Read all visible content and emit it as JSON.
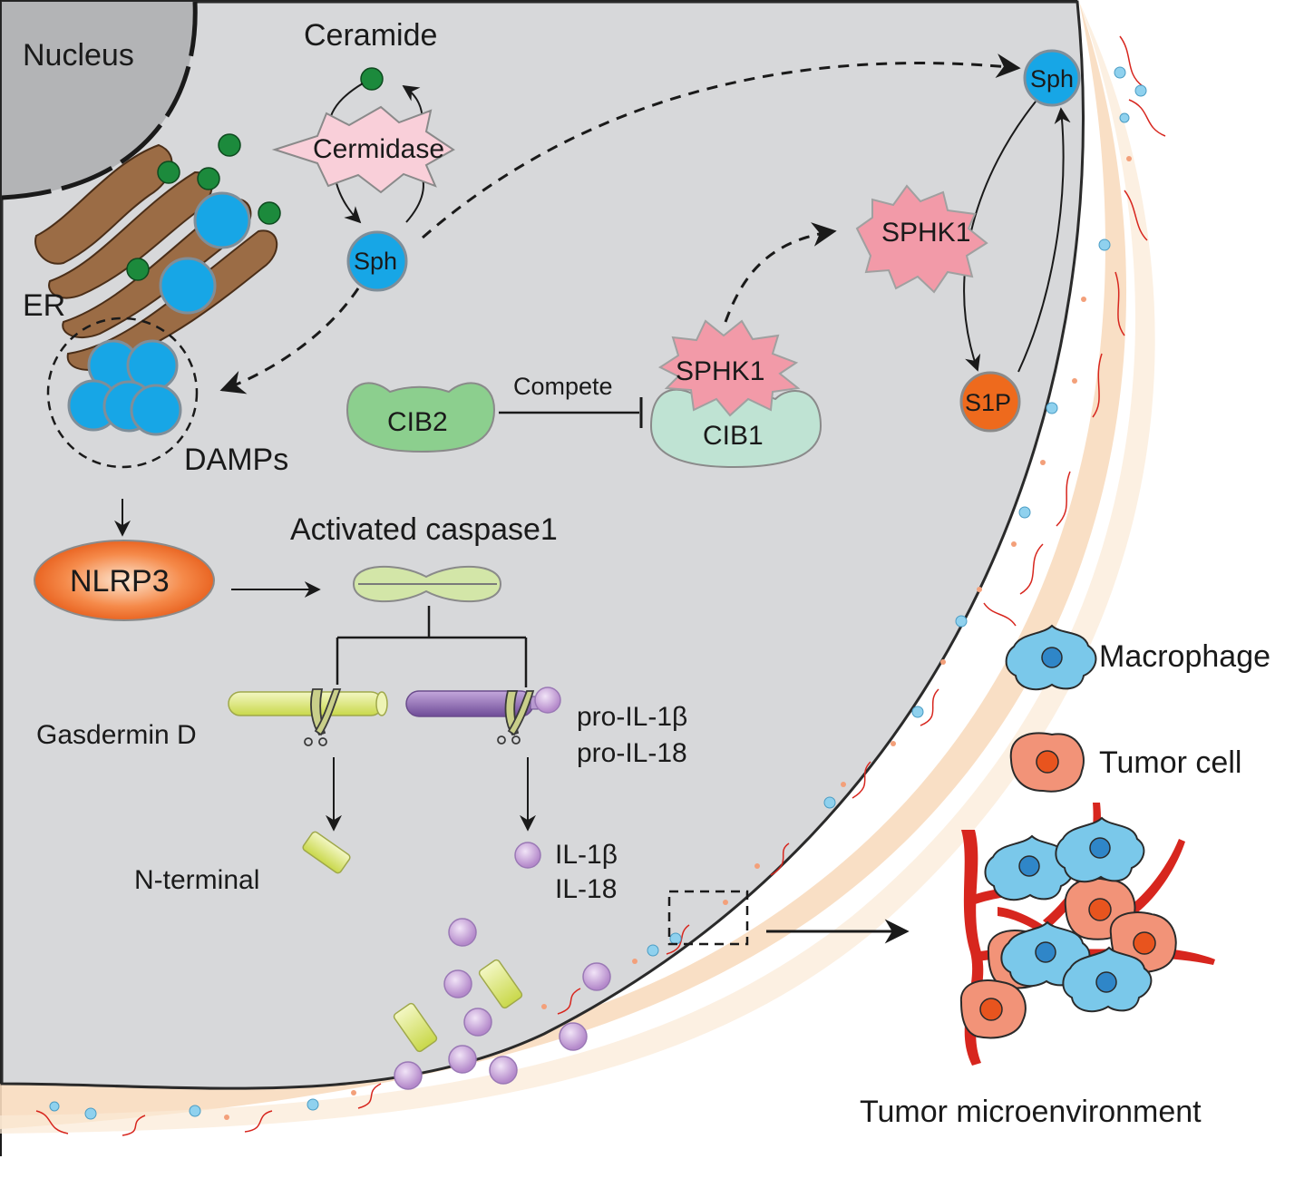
{
  "labels": {
    "nucleus": "Nucleus",
    "ceramide": "Ceramide",
    "cermidase": "Cermidase",
    "sph_left": "Sph",
    "sph_right": "Sph",
    "er": "ER",
    "damps": "DAMPs",
    "sphk1_top": "SPHK1",
    "sphk1_complex": "SPHK1",
    "cib1": "CIB1",
    "cib2": "CIB2",
    "compete": "Compete",
    "s1p": "S1P",
    "nlrp3": "NLRP3",
    "activated_caspase1": "Activated caspase1",
    "gasdermin_d": "Gasdermin D",
    "pro_il1b": "pro-IL-1β",
    "pro_il18": "pro-IL-18",
    "n_terminal": "N-terminal",
    "il1b": "IL-1β",
    "il18": "IL-18",
    "macrophage": "Macrophage",
    "tumor_cell": "Tumor cell",
    "tumor_microenvironment": "Tumor microenvironment"
  },
  "colors": {
    "cytoplasm": "#d7d8da",
    "nucleus": "#b3b4b6",
    "er": "#9b6c45",
    "sph": "#17a6e6",
    "ceramide": "#1c8a3c",
    "s1p": "#ee6a1d",
    "sphk1": "#f29aa8",
    "cermidase": "#f9cfd9",
    "cib1": "#bfe3d3",
    "cib2": "#8ccf8e",
    "nlrp3": "#ef6a2b",
    "caspase": "#d3e6a8",
    "gasdermin": "#d8e56a",
    "pro_il": "#9b71b7",
    "il": "#c9a6d8",
    "macrophage": "#7ac8ea",
    "tumor": "#f29378",
    "vessel": "#d7261e",
    "membrane_glow": "#f7d1ad"
  }
}
